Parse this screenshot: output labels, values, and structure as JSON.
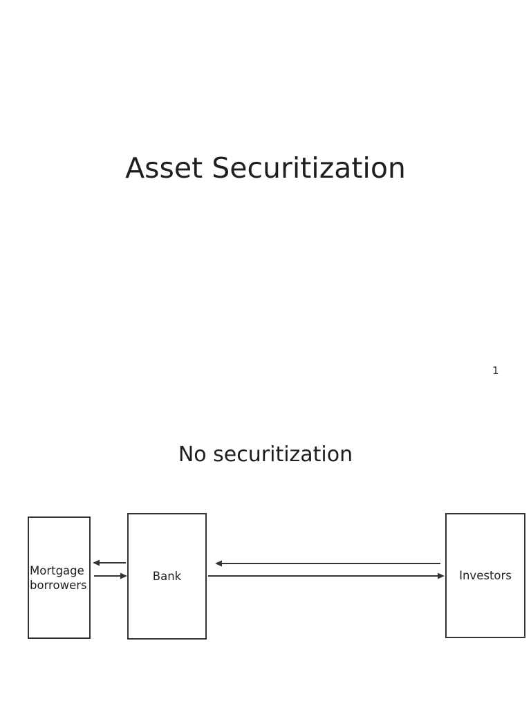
{
  "document": {
    "background": "#ffffff",
    "text_color": "#1f1f1f",
    "line_color": "#333333"
  },
  "slide1": {
    "title": "Asset Securitization",
    "page_number": "1"
  },
  "slide2": {
    "title": "No securitization",
    "diagram": {
      "nodes": [
        {
          "id": "mortgage-borrowers",
          "label": "Mortgage borrowers"
        },
        {
          "id": "bank",
          "label": "Bank"
        },
        {
          "id": "investors",
          "label": "Investors"
        }
      ],
      "edges": [
        {
          "from": "bank",
          "to": "mortgage-borrowers",
          "direction": "left"
        },
        {
          "from": "mortgage-borrowers",
          "to": "bank",
          "direction": "right"
        },
        {
          "from": "investors",
          "to": "bank",
          "direction": "left"
        },
        {
          "from": "bank",
          "to": "investors",
          "direction": "right"
        }
      ]
    }
  }
}
